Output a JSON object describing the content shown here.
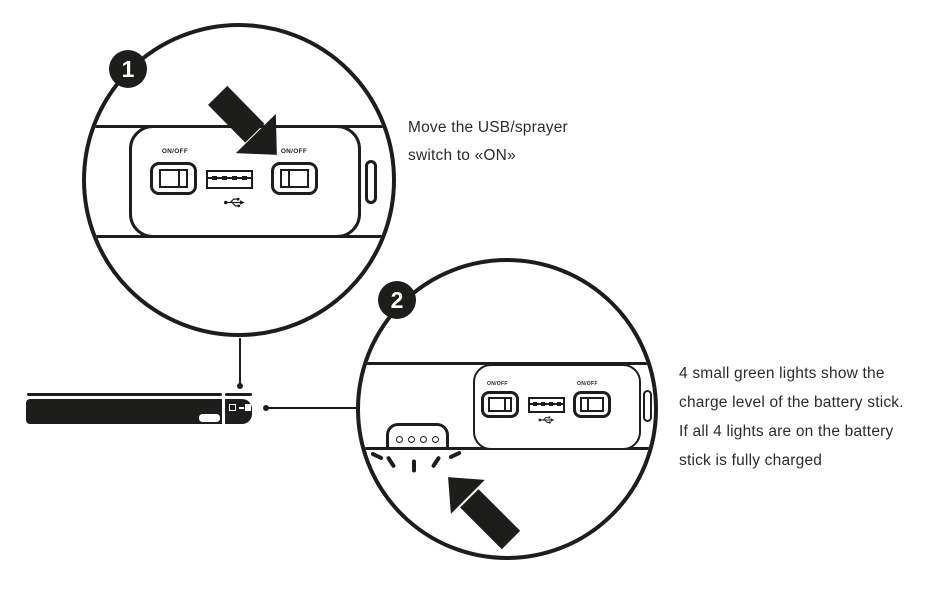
{
  "colors": {
    "ink": "#1d1d1b",
    "text": "#2b2b2b",
    "paper": "#ffffff"
  },
  "steps": [
    {
      "number": "1",
      "caption": "Move the USB/sprayer\nswitch to «ON»"
    },
    {
      "number": "2",
      "caption": "4 small green lights show the\ncharge level of the battery stick.\nIf all 4 lights are on the battery\nstick is fully charged"
    }
  ],
  "panel": {
    "switch_label": "ON/OFF",
    "charge_light_count": 4
  }
}
